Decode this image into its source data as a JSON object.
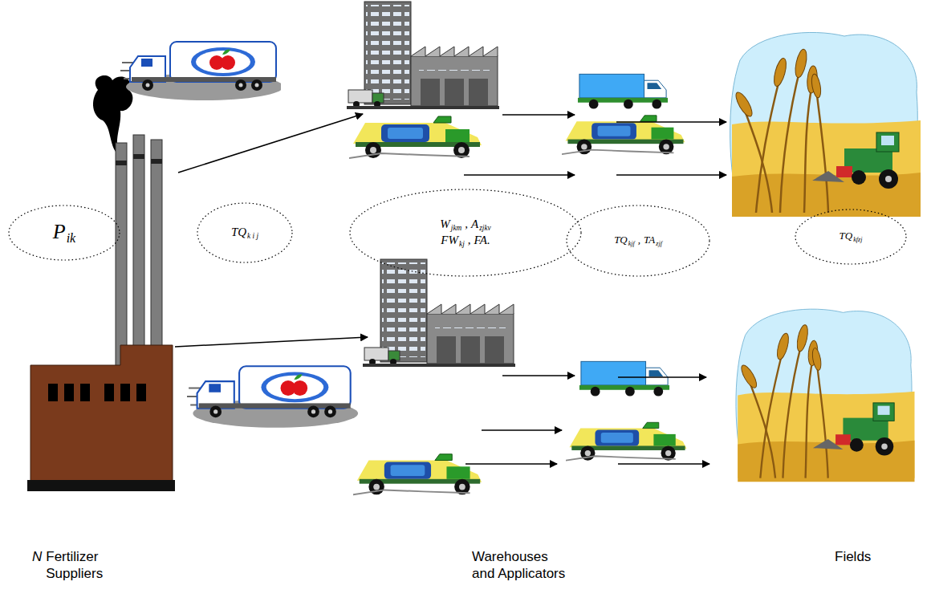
{
  "diagram": {
    "nodes": [
      {
        "text": [
          "P",
          "ik"
        ]
      },
      {
        "text": [
          "TQ",
          "k i j"
        ]
      },
      {
        "text": [
          "W",
          "jkm",
          ",",
          "A",
          "zjkv",
          "FW",
          "kj",
          ",",
          "FA",
          "."
        ]
      },
      {
        "text": [
          "TQ",
          "kjf",
          ",",
          "TA",
          "zjf"
        ]
      },
      {
        "text": [
          "TQ",
          "kfzj"
        ]
      }
    ],
    "labels": [
      "N",
      "Fertilizer Suppliers",
      "Warehouses and Applicators",
      "Fields"
    ]
  }
}
